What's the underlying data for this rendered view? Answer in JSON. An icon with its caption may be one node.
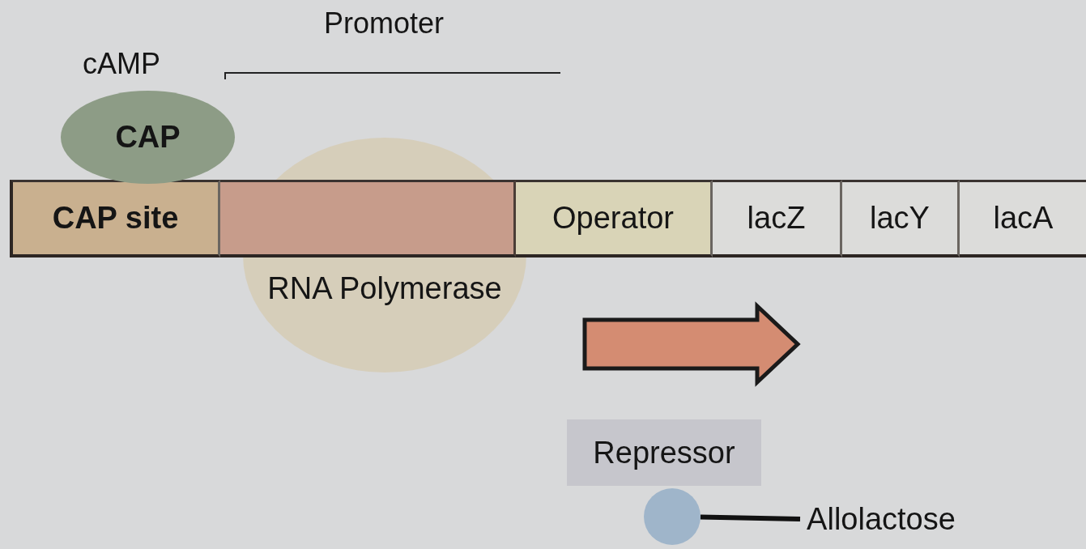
{
  "diagram": {
    "nodes": [
      {
        "text": [
          "CAP"
        ]
      },
      {
        "text": [
          "CAP site"
        ]
      },
      {
        "text": [],
        "shape": "box"
      },
      {
        "text": [
          "Operator"
        ]
      },
      {
        "text": [
          "lacZ"
        ]
      },
      {
        "text": [
          "lacY"
        ]
      },
      {
        "text": [
          "lacA"
        ]
      },
      {
        "text": [
          "RNA Polymerase"
        ]
      },
      {
        "text": [
          "Repressor"
        ]
      },
      {
        "text": [],
        "shape": "circle"
      },
      {
        "text": [
          "Allolactose"
        ]
      }
    ],
    "edges": [
      {
        "from": 10,
        "to": 9,
        "arrow": "none"
      }
    ],
    "labels": [
      "cAMP",
      "Promoter"
    ]
  }
}
